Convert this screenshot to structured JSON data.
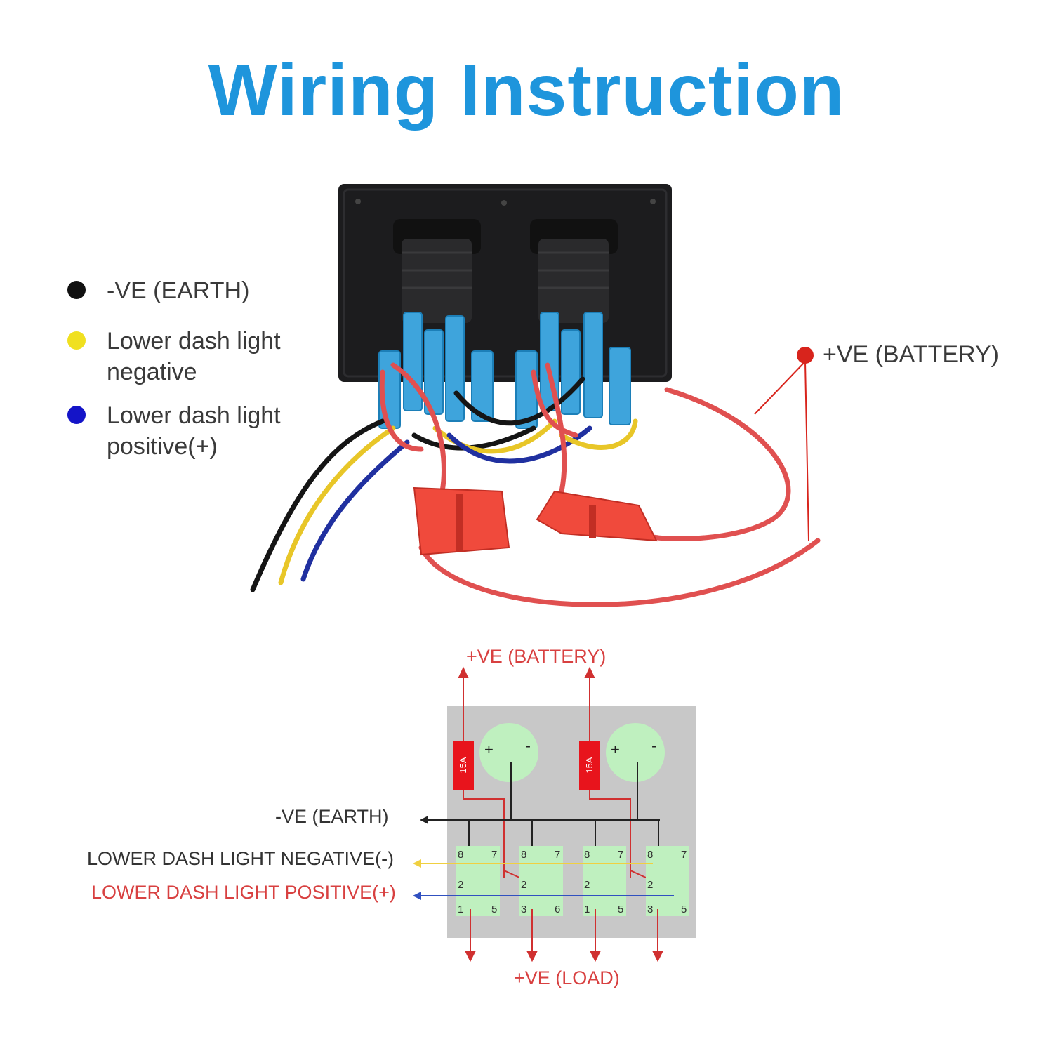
{
  "title": "Wiring Instruction",
  "legend": [
    {
      "label": "-VE (EARTH)",
      "color": "#111111"
    },
    {
      "label": "Lower dash light negative",
      "color": "#f0e020"
    },
    {
      "label": "Lower dash light positive(+)",
      "color": "#1414c8"
    }
  ],
  "battery_label": "+VE (BATTERY)",
  "battery_color": "#d8241c",
  "schematic": {
    "battery_label": "+VE (BATTERY)",
    "earth_label": "-VE (EARTH)",
    "negative_label": "LOWER DASH LIGHT NEGATIVE(-)",
    "positive_label": "LOWER DASH LIGHT POSITIVE(+)",
    "load_label": "+VE (LOAD)",
    "fuse_label": "15A",
    "socket_plus": "+",
    "socket_minus": "-",
    "pins": {
      "p8": "8",
      "p7": "7",
      "p2": "2",
      "p3": "3",
      "p1": "1",
      "p5": "5",
      "p6": "6"
    }
  }
}
